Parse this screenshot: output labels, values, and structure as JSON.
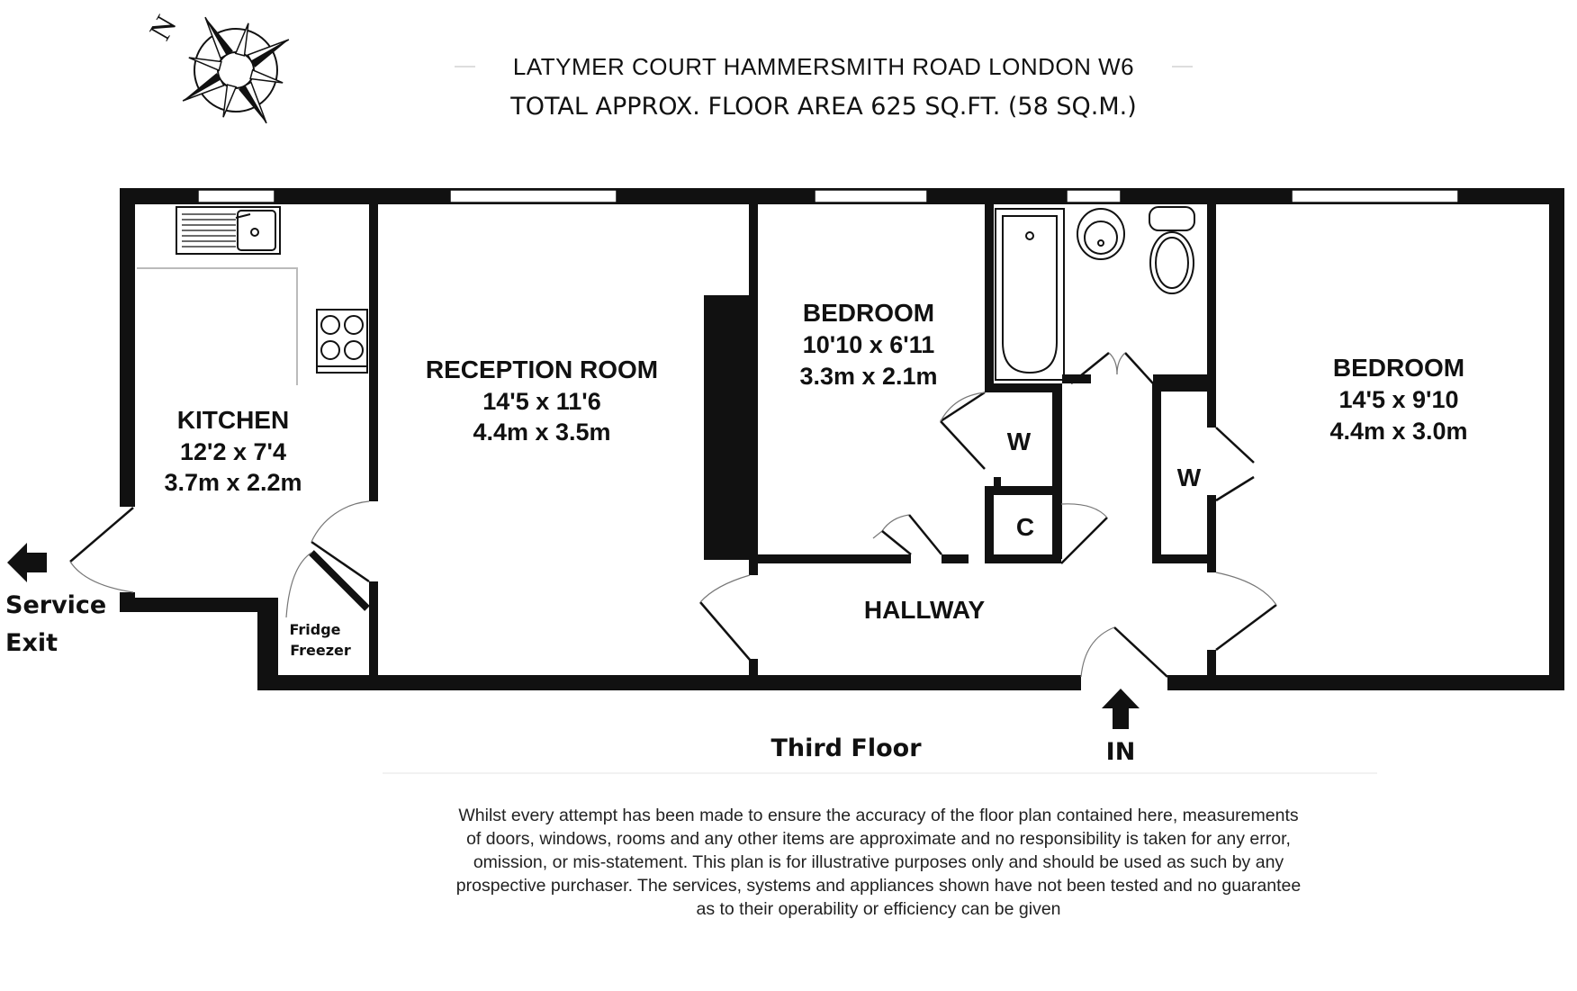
{
  "header": {
    "address": "LATYMER COURT HAMMERSMITH ROAD LONDON W6",
    "area": "TOTAL APPROX. FLOOR AREA 625 SQ.FT. (58 SQ.M.)"
  },
  "compass": {
    "north_label": "N"
  },
  "rooms": {
    "kitchen": {
      "name": "KITCHEN",
      "imperial": "12'2 x 7'4",
      "metric": "3.7m x 2.2m"
    },
    "reception": {
      "name": "RECEPTION ROOM",
      "imperial": "14'5 x 11'6",
      "metric": "4.4m x 3.5m"
    },
    "bedroom1": {
      "name": "BEDROOM",
      "imperial": "10'10 x 6'11",
      "metric": "3.3m x 2.1m"
    },
    "bedroom2": {
      "name": "BEDROOM",
      "imperial": "14'5 x 9'10",
      "metric": "4.4m x 3.0m"
    },
    "hallway": {
      "name": "HALLWAY"
    }
  },
  "labels": {
    "wardrobe1": "W",
    "wardrobe2": "W",
    "cupboard": "C",
    "fridge_line1": "Fridge",
    "fridge_line2": "Freezer",
    "service_line1": "Service",
    "service_line2": "Exit",
    "entrance": "IN",
    "floor": "Third Floor"
  },
  "disclaimer": [
    "Whilst every attempt has been made to ensure the accuracy of the floor plan contained here, measurements",
    "of doors, windows, rooms and any other items are approximate and no responsibility is taken for any error,",
    "omission, or mis-statement. This plan is for illustrative purposes only and should be used as such by any",
    "prospective purchaser. The services, systems and appliances shown have not been tested and no guarantee",
    "as to their operability or efficiency can be given"
  ]
}
